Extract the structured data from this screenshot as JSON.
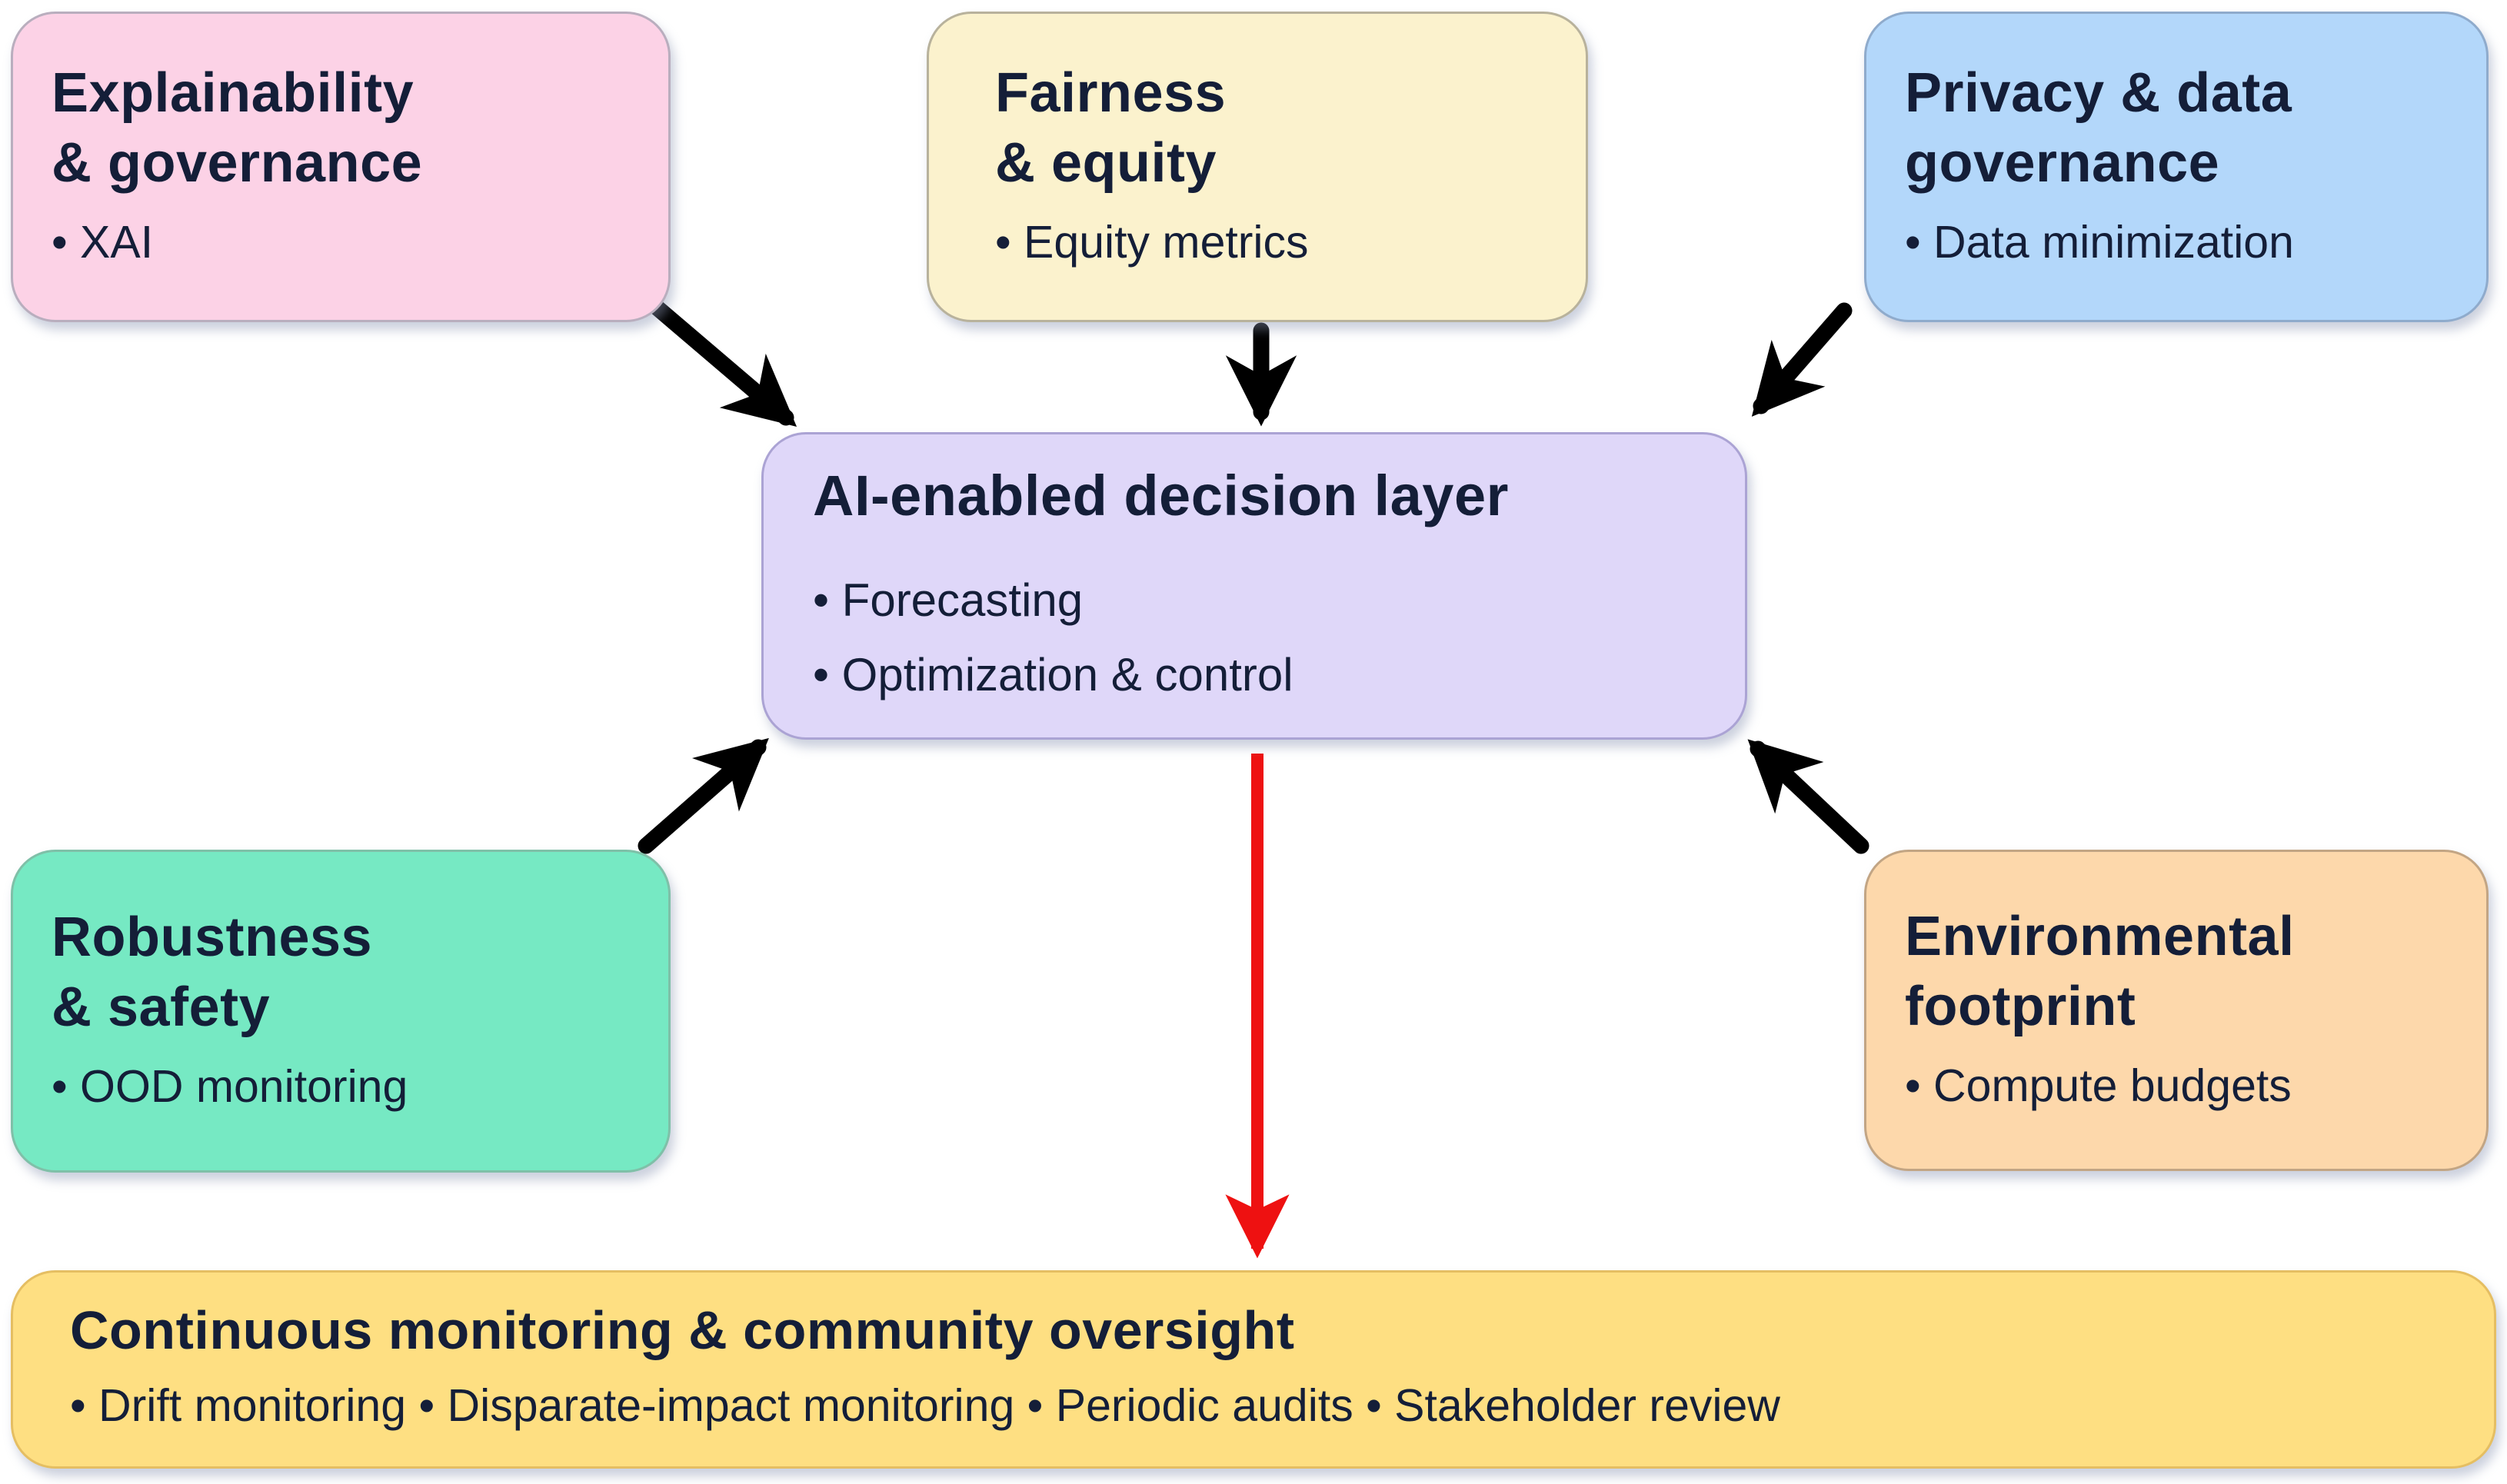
{
  "colors": {
    "background": "#FFFFFF",
    "text": "#141E38",
    "arrow_black": "#000000",
    "arrow_red": "#EE1111"
  },
  "boxes": {
    "explainability": {
      "title_lines": [
        "Explainability",
        "& governance"
      ],
      "bullets": [
        "• XAI"
      ],
      "fill": "#FCD2E6",
      "border": "#B9AEBE"
    },
    "fairness": {
      "title_lines": [
        "Fairness",
        "& equity"
      ],
      "bullets": [
        "• Equity metrics"
      ],
      "fill": "#FBF2CD",
      "border": "#B8B29C"
    },
    "privacy": {
      "title_lines": [
        "Privacy & data",
        "governance"
      ],
      "bullets": [
        "• Data minimization"
      ],
      "fill": "#B3D7FA",
      "border": "#8FABCC"
    },
    "decision": {
      "title": "AI-enabled decision layer",
      "bullets": [
        "• Forecasting",
        "• Optimization & control"
      ],
      "fill": "#DFD7F9",
      "border": "#ABA3D4"
    },
    "robustness": {
      "title_lines": [
        "Robustness",
        "& safety"
      ],
      "bullets": [
        "• OOD monitoring"
      ],
      "fill": "#76E9C3",
      "border": "#7FC0A8"
    },
    "environmental": {
      "title_lines": [
        "Environmental",
        "footprint"
      ],
      "bullets": [
        "• Compute budgets"
      ],
      "fill": "#FDD8AB",
      "border": "#C2A584"
    },
    "oversight": {
      "title": "Continuous monitoring & community oversight",
      "bullets": [
        "• Drift monitoring • Disparate-impact monitoring • Periodic audits • Stakeholder review"
      ],
      "fill": "#FEDF82",
      "border": "#E5BE62"
    }
  },
  "arrows": {
    "black": [
      {
        "from": "explainability",
        "to": "decision"
      },
      {
        "from": "fairness",
        "to": "decision"
      },
      {
        "from": "privacy",
        "to": "decision"
      },
      {
        "from": "robustness",
        "to": "decision"
      },
      {
        "from": "environmental",
        "to": "decision"
      }
    ],
    "red": [
      {
        "from": "decision",
        "to": "oversight"
      }
    ]
  }
}
